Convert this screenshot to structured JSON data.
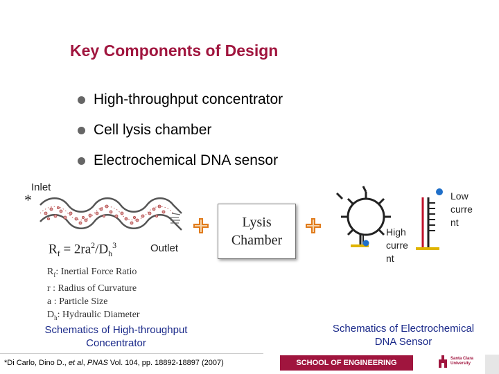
{
  "title": "Key Components of Design",
  "bullets": [
    "High-throughput concentrator",
    "Cell lysis chamber",
    "Electrochemical DNA sensor"
  ],
  "concentrator": {
    "inlet": "Inlet",
    "star": "*",
    "outlet": "Outlet",
    "formula": {
      "r": "R",
      "f": "f",
      "eq": " = 2ra",
      "two": "2",
      "slash": "/D",
      "h": "h",
      "three": "3"
    },
    "defs": [
      {
        "sym": "R",
        "sub": "f",
        "text": ": Inertial Force Ratio"
      },
      {
        "sym": "r",
        "sub": "",
        "text": " : Radius of Curvature"
      },
      {
        "sym": "a",
        "sub": "",
        "text": " : Particle Size"
      },
      {
        "sym": "D",
        "sub": "h",
        "text": ": Hydraulic Diameter"
      }
    ],
    "caption_l1": "Schematics of High-throughput",
    "caption_l2": "Concentrator"
  },
  "lysis": {
    "l1": "Lysis",
    "l2": "Chamber"
  },
  "sensor": {
    "high_current": [
      "High",
      "curre",
      "nt"
    ],
    "low_current": [
      "Low",
      "curre",
      "nt"
    ],
    "caption_l1": "Schematics of Electrochemical",
    "caption_l2": "DNA Sensor"
  },
  "footer": {
    "ref_prefix": "*Di Carlo, Dino D., ",
    "ref_etal": "et al",
    "ref_mid": ",  ",
    "ref_journal": "PNAS",
    "ref_suffix": " Vol. 104, pp. 18892-18897 (2007)",
    "school": "SCHOOL OF ENGINEERING",
    "logo_l1": "Santa Clara",
    "logo_l2": "University"
  },
  "colors": {
    "title": "#a0153e",
    "caption": "#1b2a8a",
    "plus": "#e07b1c",
    "bar": "#a0153e",
    "probe_blue": "#1f6fc9"
  }
}
